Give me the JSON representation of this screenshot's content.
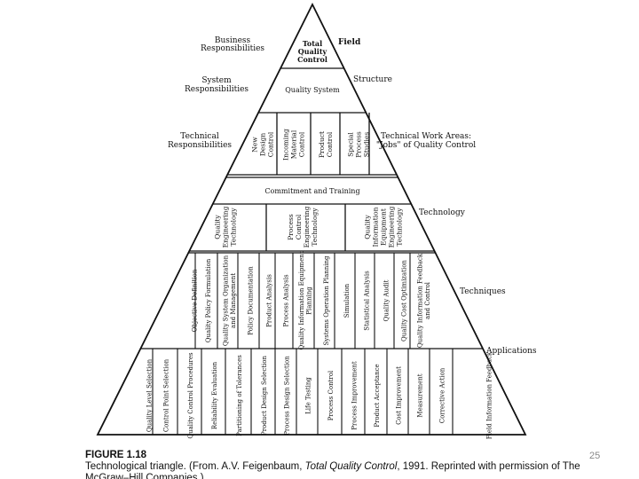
{
  "diagram": {
    "apex": {
      "label": "Total Quality Control"
    },
    "structure": {
      "label": "Quality System"
    },
    "commitment": {
      "label": "Commitment and Training"
    },
    "jobs": [
      "New Design Control",
      "Incoming Material Control",
      "Product Control",
      "Special Process Studies"
    ],
    "technology": [
      "Quality Engineering Technology",
      "Process Control Engineering Technology",
      "Quality Information Equipment Engineering Technology"
    ],
    "techniques": [
      "Objective Definition",
      "Quality Policy Formulation",
      "Quality System Organization and Management",
      "Policy Documentation",
      "Product Analysis",
      "Process Analysis",
      "Quality Information Equipment Planning",
      "Systems Operation Planning",
      "Simulation",
      "Statistical Analysis",
      "Quality Audit",
      "Quality Cost Optimization",
      "Quality Information Feedback and Control"
    ],
    "applications": [
      "Quality Level Selection",
      "Control Point Selection",
      "Quality Control Procedures",
      "Reliability Evaluation",
      "Partitioning of Tolerances",
      "Product Design Selection",
      "Process Design Selection",
      "Life Testing",
      "Process Control",
      "Process Improvement",
      "Product Acceptance",
      "Cost Improvement",
      "Measurement",
      "Corrective Action",
      "Field Information Feedback"
    ],
    "left_labels": {
      "business": "Business Responsibilities",
      "system": "System Responsibilities",
      "technical": "Technical Responsibilities"
    },
    "right_labels": {
      "field": "Field",
      "structure": "Structure",
      "work_areas": "Technical Work Areas: \"Jobs\" of Quality Control",
      "technology": "Technology",
      "techniques": "Techniques",
      "applications": "Applications"
    }
  },
  "caption": {
    "figure_label": "FIGURE 1.18",
    "text_before": "Technological triangle. (From. A.V. Feigenbaum, ",
    "book_title": "Total Quality Control",
    "text_after": ", 1991. Reprinted with permission of The McGraw–Hill Companies.)"
  },
  "slide_number": "25"
}
